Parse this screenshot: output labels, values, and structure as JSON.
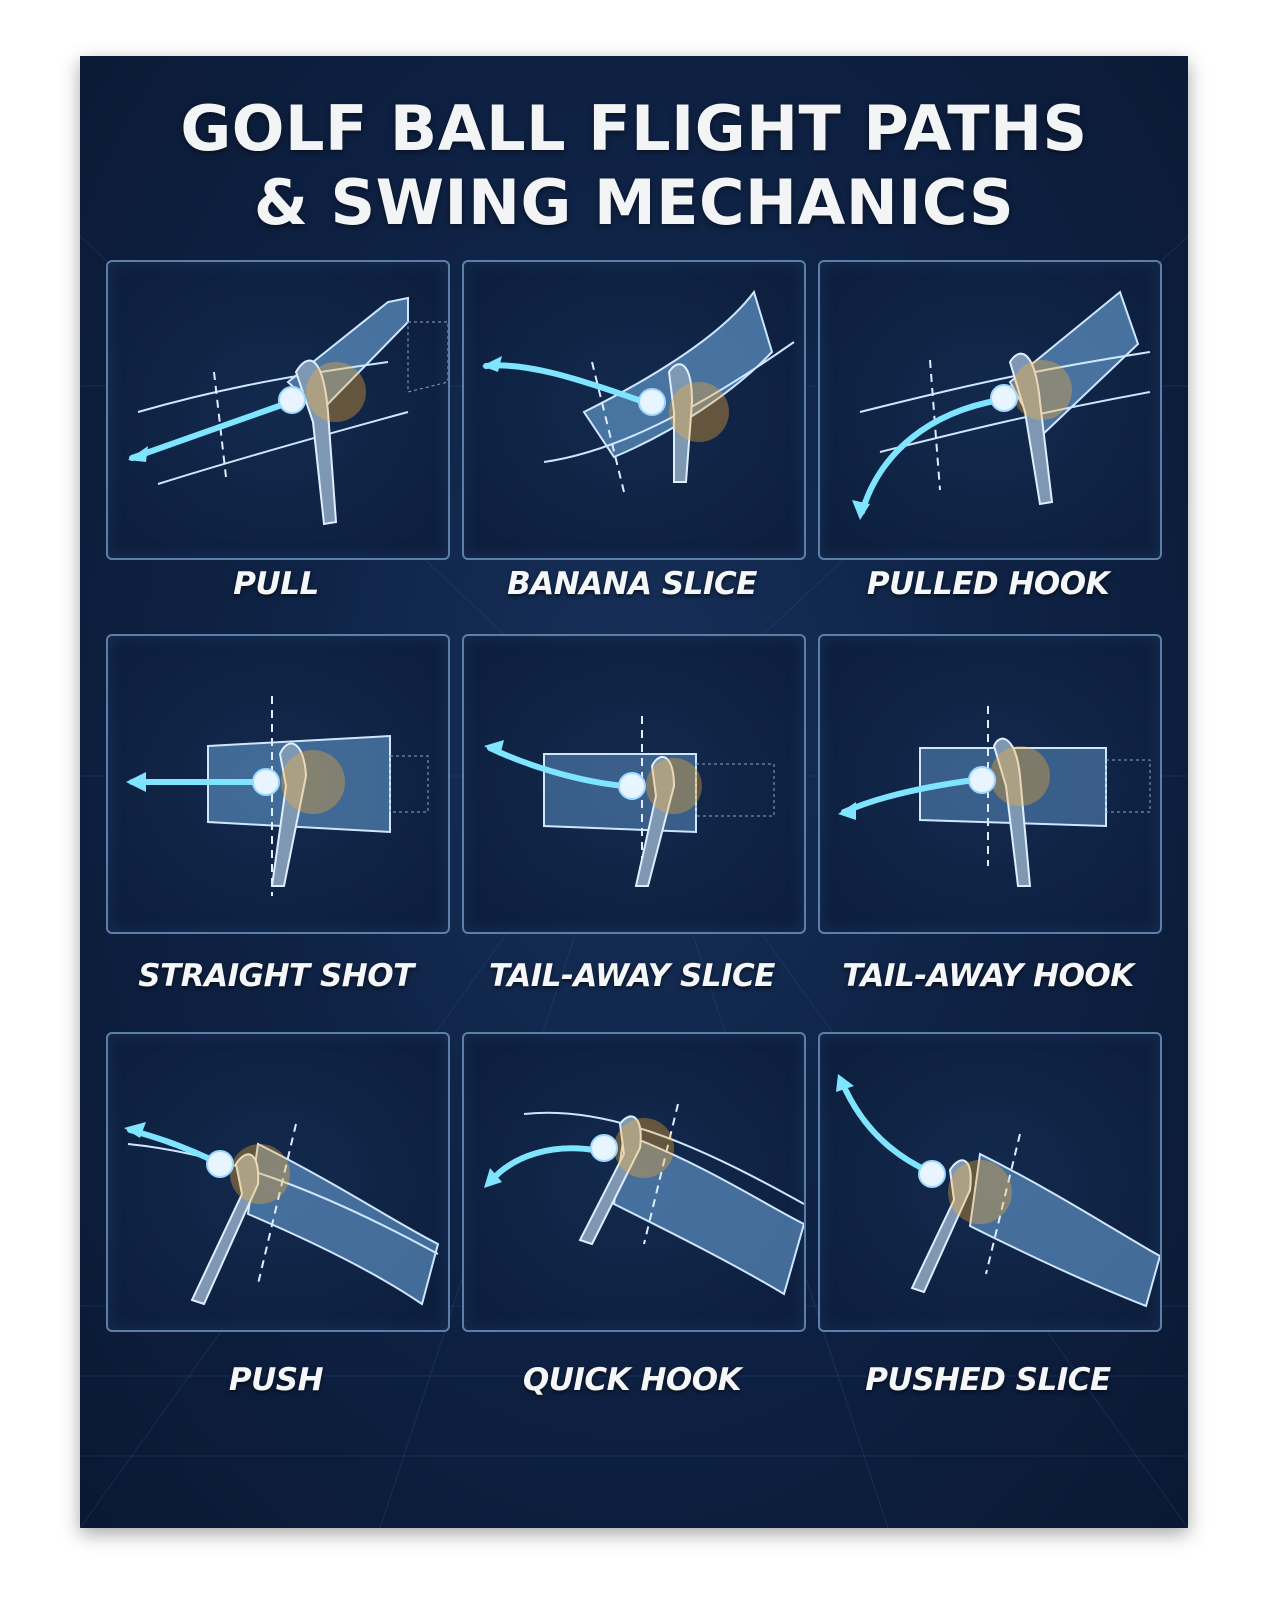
{
  "poster": {
    "title_line1": "GOLF BALL FLIGHT PATHS",
    "title_line2": "& SWING MECHANICS"
  },
  "colors": {
    "background": "#0f2346",
    "panel_border": "#5c7fa8",
    "ball_trail": "#7fe4ff",
    "impact_glow": "#ffb02e"
  },
  "shots": [
    {
      "label": "PULL",
      "curve": "straight-left-down",
      "icon": "pull-shot-icon"
    },
    {
      "label": "BANANA SLICE",
      "curve": "arc-left-up",
      "icon": "banana-slice-shot-icon"
    },
    {
      "label": "PULLED HOOK",
      "curve": "hook-down-left",
      "icon": "pulled-hook-shot-icon"
    },
    {
      "label": "STRAIGHT SHOT",
      "curve": "straight",
      "icon": "straight-shot-icon"
    },
    {
      "label": "TAIL-AWAY SLICE",
      "curve": "tail-up-left",
      "icon": "tail-away-slice-shot-icon"
    },
    {
      "label": "TAIL-AWAY HOOK",
      "curve": "tail-down-left",
      "icon": "tail-away-hook-shot-icon"
    },
    {
      "label": "PUSH",
      "curve": "straight-left-up",
      "icon": "push-shot-icon"
    },
    {
      "label": "QUICK HOOK",
      "curve": "hook-left-down",
      "icon": "quick-hook-shot-icon"
    },
    {
      "label": "PUSHED SLICE",
      "curve": "slice-up-left",
      "icon": "pushed-slice-shot-icon"
    }
  ]
}
